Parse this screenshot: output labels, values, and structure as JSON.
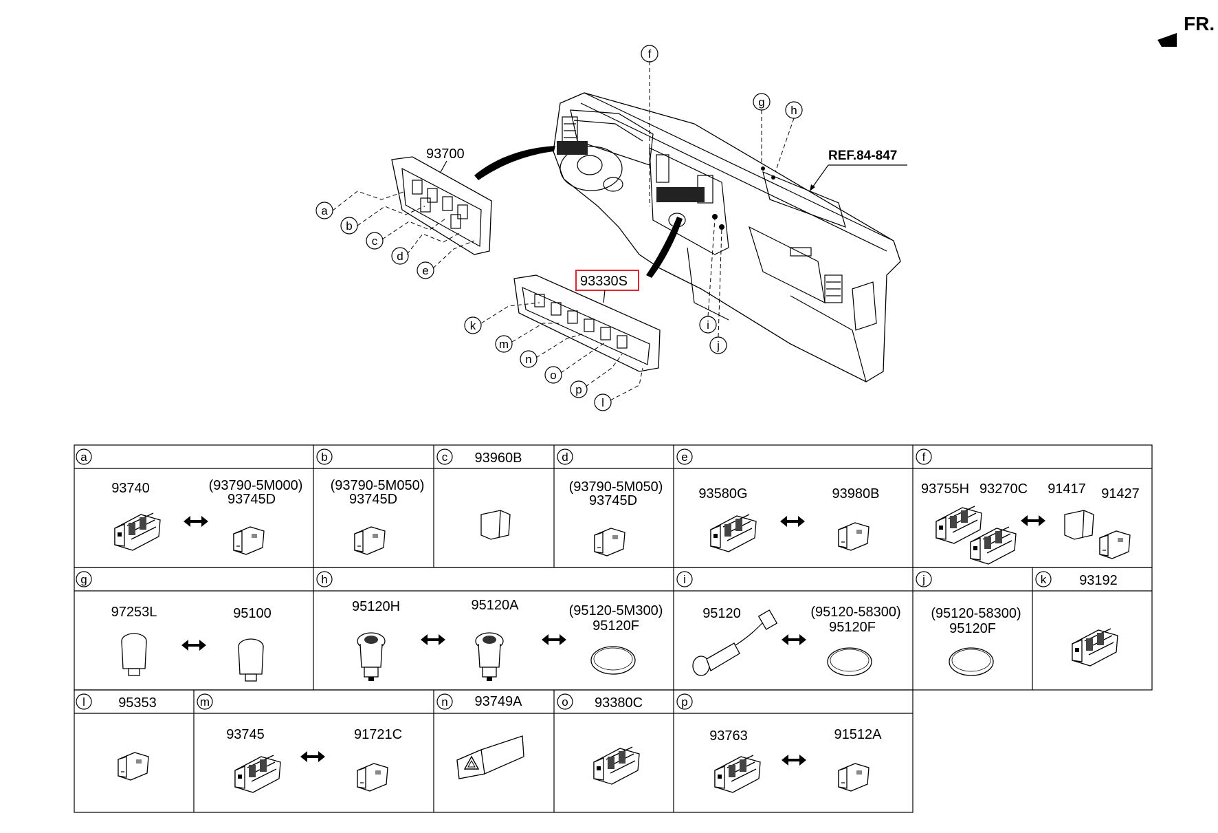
{
  "direction_label": "FR.",
  "ref_label": "REF.84-847",
  "assemblies": [
    {
      "id": "upper_panel",
      "part_no": "93700",
      "letters": [
        "a",
        "b",
        "c",
        "d",
        "e"
      ]
    },
    {
      "id": "center_panel",
      "part_no": "93330S",
      "highlighted": true,
      "letters": [
        "k",
        "m",
        "n",
        "o",
        "p",
        "l"
      ]
    }
  ],
  "dash_letters": [
    "f",
    "g",
    "h",
    "i",
    "j"
  ],
  "table": [
    {
      "letter": "a",
      "header_part": "",
      "parts": [
        {
          "no": "93740",
          "alt": ""
        },
        {
          "no": "93745D",
          "alt": "(93790-5M000)"
        }
      ]
    },
    {
      "letter": "b",
      "header_part": "",
      "parts": [
        {
          "no": "93745D",
          "alt": "(93790-5M050)"
        }
      ]
    },
    {
      "letter": "c",
      "header_part": "93960B",
      "parts": []
    },
    {
      "letter": "d",
      "header_part": "",
      "parts": [
        {
          "no": "93745D",
          "alt": "(93790-5M050)"
        }
      ]
    },
    {
      "letter": "e",
      "header_part": "",
      "parts": [
        {
          "no": "93580G",
          "alt": ""
        },
        {
          "no": "93980B",
          "alt": ""
        }
      ]
    },
    {
      "letter": "f",
      "header_part": "",
      "parts": [
        {
          "no": "93755H",
          "alt": ""
        },
        {
          "no": "93270C",
          "alt": ""
        },
        {
          "no": "91417",
          "alt": ""
        },
        {
          "no": "91427",
          "alt": ""
        }
      ]
    },
    {
      "letter": "g",
      "header_part": "",
      "parts": [
        {
          "no": "97253L",
          "alt": ""
        },
        {
          "no": "95100",
          "alt": ""
        }
      ]
    },
    {
      "letter": "h",
      "header_part": "",
      "parts": [
        {
          "no": "95120H",
          "alt": ""
        },
        {
          "no": "95120A",
          "alt": ""
        },
        {
          "no": "95120F",
          "alt": "(95120-5M300)"
        }
      ]
    },
    {
      "letter": "i",
      "header_part": "",
      "parts": [
        {
          "no": "95120",
          "alt": ""
        },
        {
          "no": "95120F",
          "alt": "(95120-58300)"
        }
      ]
    },
    {
      "letter": "j",
      "header_part": "",
      "parts": [
        {
          "no": "95120F",
          "alt": "(95120-58300)"
        }
      ]
    },
    {
      "letter": "k",
      "header_part": "93192",
      "parts": []
    },
    {
      "letter": "l",
      "header_part": "95353",
      "parts": []
    },
    {
      "letter": "m",
      "header_part": "",
      "parts": [
        {
          "no": "93745",
          "alt": ""
        },
        {
          "no": "91721C",
          "alt": ""
        }
      ]
    },
    {
      "letter": "n",
      "header_part": "93749A",
      "parts": []
    },
    {
      "letter": "o",
      "header_part": "93380C",
      "parts": []
    },
    {
      "letter": "p",
      "header_part": "",
      "parts": [
        {
          "no": "93763",
          "alt": ""
        },
        {
          "no": "91512A",
          "alt": ""
        }
      ]
    }
  ]
}
